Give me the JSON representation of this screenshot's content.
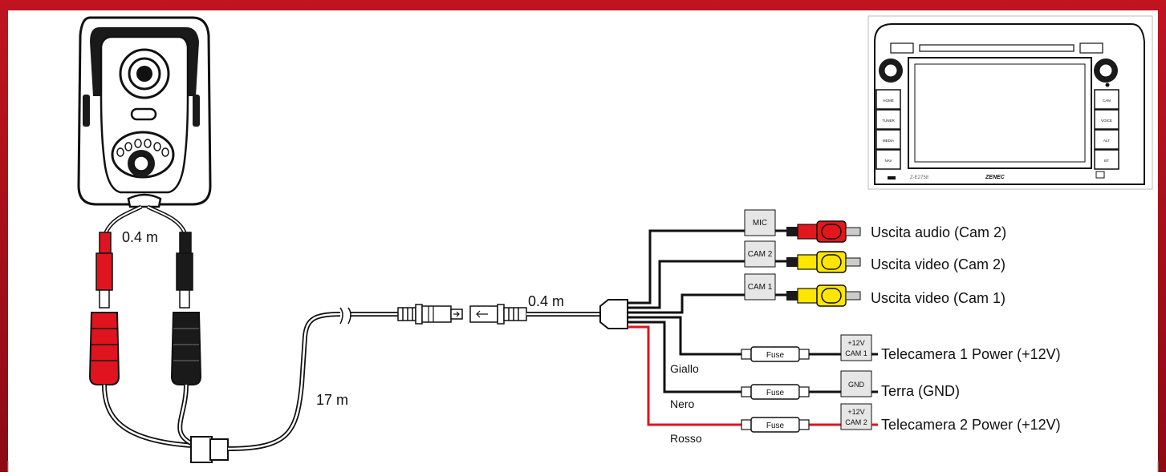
{
  "colors": {
    "frame": "#b3101b",
    "frame_dark": "#7e0a12",
    "wire": "#222222",
    "wire_red": "#e0141e",
    "rca_red": "#e3161b",
    "rca_yellow": "#ffe600",
    "box_fill": "#e6e6e6"
  },
  "lengths": {
    "camera_lead": "0.4 m",
    "main_cable": "17 m",
    "breakout": "0.4 m"
  },
  "connectors": [
    {
      "box": "MIC",
      "label": "Uscita audio (Cam 2)",
      "color": "red"
    },
    {
      "box": "CAM 2",
      "label": "Uscita video (Cam 2)",
      "color": "yellow"
    },
    {
      "box": "CAM 1",
      "label": "Uscita video (Cam 1)",
      "color": "yellow"
    }
  ],
  "power": [
    {
      "wire": "Giallo",
      "fuse": "Fuse",
      "box_top": "+12V",
      "box_bottom": "CAM 1",
      "label": "Telecamera 1 Power (+12V)"
    },
    {
      "wire": "Nero",
      "fuse": "Fuse",
      "box_top": "GND",
      "box_bottom": "",
      "label": "Terra (GND)"
    },
    {
      "wire": "Rosso",
      "fuse": "Fuse",
      "box_top": "+12V",
      "box_bottom": "CAM 2",
      "label": "Telecamera 2 Power (+12V)"
    }
  ],
  "head_unit": {
    "left_buttons": [
      "HOME",
      "TUNER",
      "MEDIA",
      "NAV"
    ],
    "right_buttons": [
      "CAM",
      "VOICE",
      "ALT",
      "BT"
    ],
    "brand": "ZENEC",
    "model": "Z-E2758"
  }
}
